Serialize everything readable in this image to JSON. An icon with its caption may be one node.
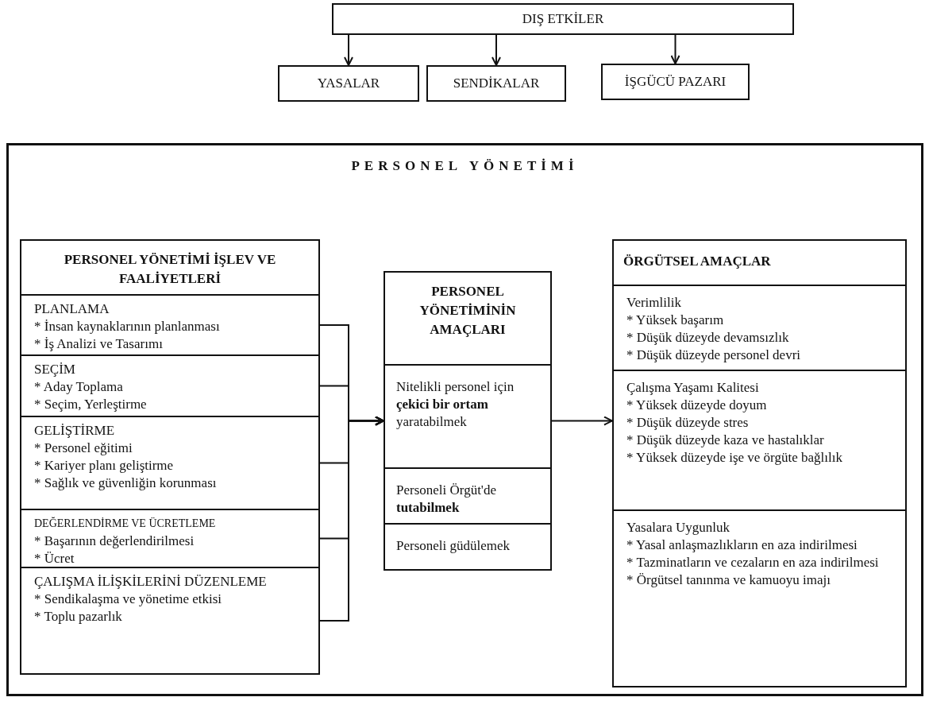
{
  "diagram": {
    "nodes": [
      {
        "text": [
          "DIŞ ETKİLER"
        ]
      },
      {
        "text": [
          "YASALAR"
        ]
      },
      {
        "text": [
          "SENDİKALAR"
        ]
      },
      {
        "text": [
          "İŞGÜCÜ PAZARI"
        ]
      },
      {
        "text": [
          "PERSONEL YÖNETİMİ"
        ]
      },
      {
        "text": [
          "PERSONEL YÖNETİMİ İŞLEV VE FAALİYETLERİ"
        ],
        "in": 4
      },
      {
        "text": [
          "PLANLAMA",
          "* İnsan kaynaklarının planlanması",
          "* İş Analizi ve Tasarımı"
        ],
        "in": 5
      },
      {
        "text": [
          "SEÇİM",
          "* Aday Toplama",
          "* Seçim, Yerleştirme"
        ],
        "in": 5
      },
      {
        "text": [
          "GELİŞTİRME",
          "* Personel eğitimi",
          "* Kariyer planı geliştirme",
          "* Sağlık ve güvenliğin korunması"
        ],
        "in": 5
      },
      {
        "text": [
          "DEĞERLENDİRME VE ÜCRETLEME",
          "* Başarının değerlendirilmesi",
          "* Ücret"
        ],
        "in": 5
      },
      {
        "text": [
          "ÇALIŞMA İLİŞKİLERİNİ DÜZENLEME",
          "* Sendikalaşma ve yönetime etkisi",
          "* Toplu pazarlık"
        ],
        "in": 5
      },
      {
        "text": [
          "PERSONEL YÖNETİMİNİN AMAÇLARI"
        ],
        "in": 4
      },
      {
        "text": [
          "Nitelikli personel için **çekici bir ortam** yaratabilmek"
        ],
        "in": 11
      },
      {
        "text": [
          "Personeli Örgüt'de **tutabilmek**"
        ],
        "in": 11
      },
      {
        "text": [
          "Personeli güdülemek"
        ],
        "in": 11
      },
      {
        "text": [
          "ÖRGÜTSEL AMAÇLAR"
        ],
        "in": 4
      },
      {
        "text": [
          "Verimlilik",
          "* Yüksek başarım",
          "* Düşük düzeyde devamsızlık",
          "* Düşük düzeyde personel devri"
        ],
        "in": 15
      },
      {
        "text": [
          "Çalışma Yaşamı Kalitesi",
          "* Yüksek düzeyde doyum",
          "* Düşük düzeyde stres",
          "* Düşük düzeyde kaza ve hastalıklar",
          "* Yüksek düzeyde işe ve örgüte bağlılık"
        ],
        "in": 15
      },
      {
        "text": [
          "Yasalara Uygunluk",
          "* Yasal anlaşmazlıkların en aza indirilmesi",
          "* Tazminatların ve cezaların en aza indirilmesi",
          "* Örgütsel tanınma ve kamuoyu imajı"
        ],
        "in": 15
      }
    ],
    "edges": [
      {
        "from": 0,
        "to": 1,
        "arrow": "to"
      },
      {
        "from": 0,
        "to": 2,
        "arrow": "to"
      },
      {
        "from": 0,
        "to": 3,
        "arrow": "to"
      },
      {
        "from": 6,
        "to": 11,
        "arrow": "to"
      },
      {
        "from": 7,
        "to": 11,
        "arrow": "to"
      },
      {
        "from": 8,
        "to": 11,
        "arrow": "to"
      },
      {
        "from": 9,
        "to": 11,
        "arrow": "to"
      },
      {
        "from": 10,
        "to": 11,
        "arrow": "to"
      },
      {
        "from": 11,
        "to": 15,
        "arrow": "to"
      }
    ]
  }
}
